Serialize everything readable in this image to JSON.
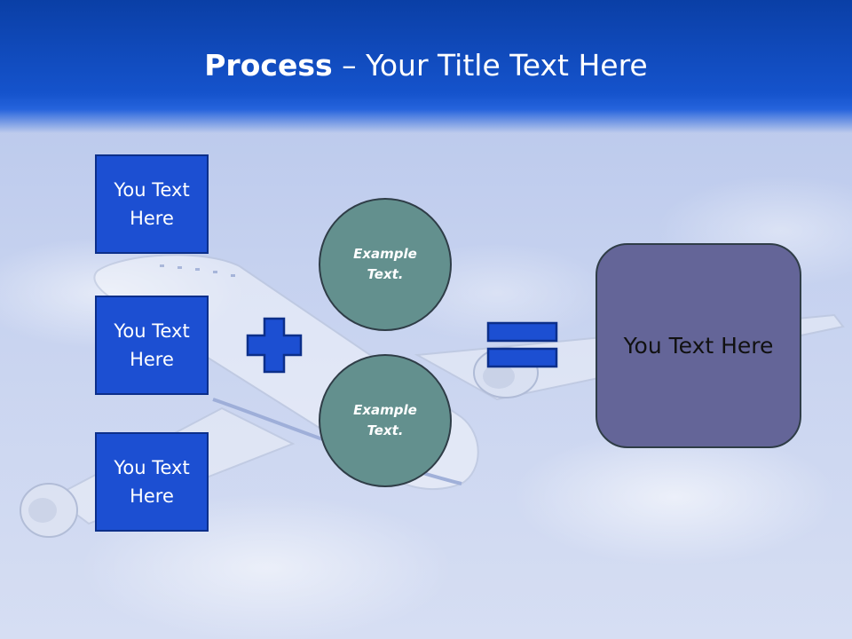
{
  "slide": {
    "title_bold": "Process",
    "title_rest": " – Your Title Text Here",
    "left_boxes": [
      {
        "line1": "You Text",
        "line2": "Here"
      },
      {
        "line1": "You Text",
        "line2": "Here"
      },
      {
        "line1": "You Text",
        "line2": "Here"
      }
    ],
    "circles": [
      {
        "line1": "Example",
        "line2": "Text."
      },
      {
        "line1": "Example",
        "line2": "Text."
      }
    ],
    "result_text": "You Text Here"
  },
  "colors": {
    "header_blue": "#1553cc",
    "box_blue": "#1c4fd2",
    "circle_teal": "#63908e",
    "result_purple": "#646598"
  },
  "icons": {
    "plus": "plus-icon",
    "equals": "equals-icon",
    "background": "airplane-illustration"
  }
}
